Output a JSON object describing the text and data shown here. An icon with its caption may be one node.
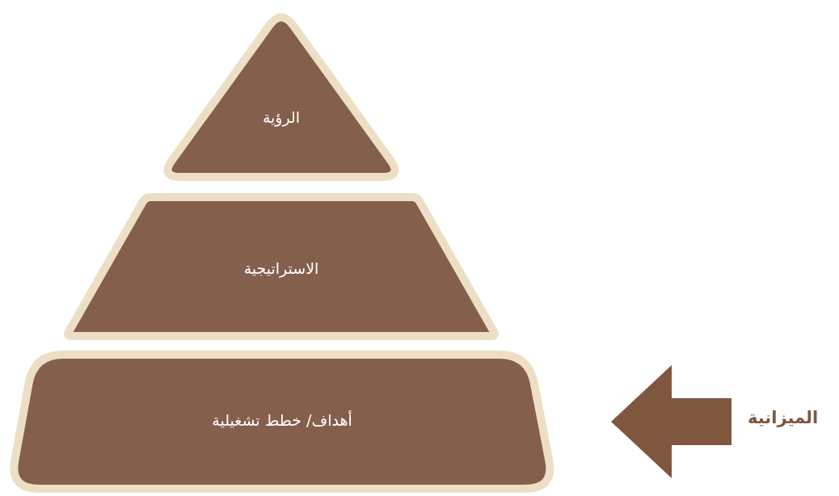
{
  "diagram": {
    "nodes": [
      {
        "text": [
          "الرؤية"
        ]
      },
      {
        "text": [
          "الاستراتيجية"
        ]
      },
      {
        "text": [
          "أهداف/ خطط تشغيلية"
        ]
      },
      {
        "text": [
          "الميزانية"
        ]
      }
    ],
    "edges": [
      {
        "from": 3,
        "to": 2,
        "arrow": "to"
      }
    ]
  }
}
